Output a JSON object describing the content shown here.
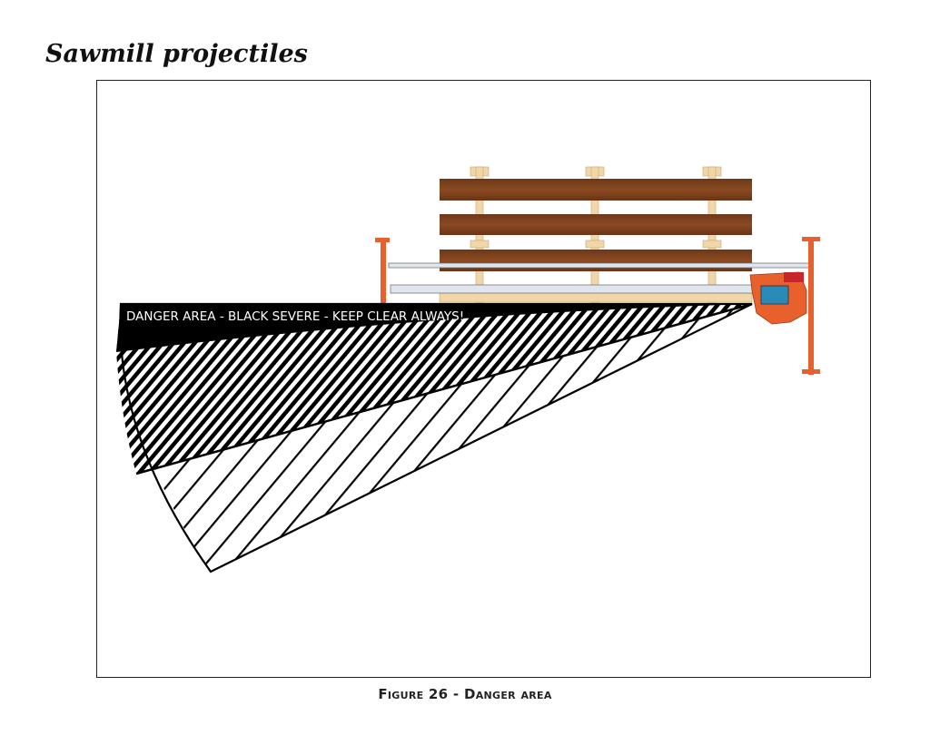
{
  "page": {
    "heading": "Sawmill projectiles",
    "figure_label": "DANGER AREA - BLACK SEVERE - KEEP CLEAR ALWAYS!",
    "caption": "Figure 26 - Danger area"
  },
  "colors": {
    "log": "#7a3f1c",
    "bearer": "#f1d6a8",
    "frame_orange": "#e8602c",
    "motor_blue": "#2a8ab8",
    "rail": "#dfe6ee",
    "danger": "#000000"
  }
}
